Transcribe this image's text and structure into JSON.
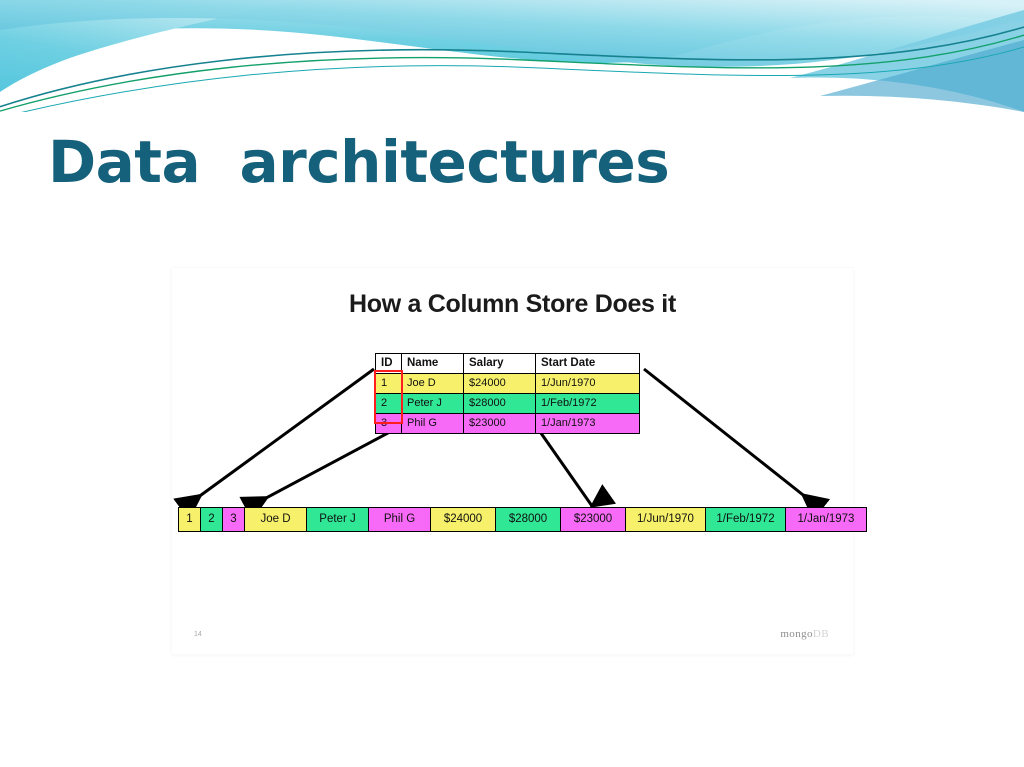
{
  "slide": {
    "title": "Data  architectures",
    "title_color": "#15607a",
    "background_color": "#ffffff"
  },
  "header": {
    "decoration": "wave-banner",
    "gradient_from": "#3fb8d8",
    "gradient_to": "#c9eef5",
    "line_colors": [
      "#16828f",
      "#13a06b"
    ]
  },
  "picture": {
    "title": "How a Column Store Does it",
    "page_number": "14",
    "logo": {
      "primary": "mongo",
      "secondary": "DB"
    },
    "colors": {
      "yellow": "#f7f06a",
      "green": "#2fe794",
      "magenta": "#f76af7",
      "highlight": "#ff1d1d",
      "border": "#000000"
    },
    "row_table": {
      "headers": [
        "ID",
        "Name",
        "Salary",
        "Start Date"
      ],
      "rows": [
        {
          "color": "yellow",
          "cells": [
            "1",
            "Joe D",
            "$24000",
            "1/Jun/1970"
          ]
        },
        {
          "color": "green",
          "cells": [
            "2",
            "Peter J",
            "$28000",
            "1/Feb/1972"
          ]
        },
        {
          "color": "magenta",
          "cells": [
            "3",
            "Phil G",
            "$23000",
            "1/Jan/1973"
          ]
        }
      ]
    },
    "column_strip": [
      {
        "label": "1",
        "color": "yellow",
        "width": "id"
      },
      {
        "label": "2",
        "color": "green",
        "width": "id"
      },
      {
        "label": "3",
        "color": "magenta",
        "width": "id"
      },
      {
        "label": "Joe D",
        "color": "yellow",
        "width": "name"
      },
      {
        "label": "Peter J",
        "color": "green",
        "width": "name"
      },
      {
        "label": "Phil G",
        "color": "magenta",
        "width": "name"
      },
      {
        "label": "$24000",
        "color": "yellow",
        "width": "sal"
      },
      {
        "label": "$28000",
        "color": "green",
        "width": "sal"
      },
      {
        "label": "$23000",
        "color": "magenta",
        "width": "sal"
      },
      {
        "label": "1/Jun/1970",
        "color": "yellow",
        "width": "date"
      },
      {
        "label": "1/Feb/1972",
        "color": "green",
        "width": "date"
      },
      {
        "label": "1/Jan/1973",
        "color": "magenta",
        "width": "date"
      }
    ]
  }
}
